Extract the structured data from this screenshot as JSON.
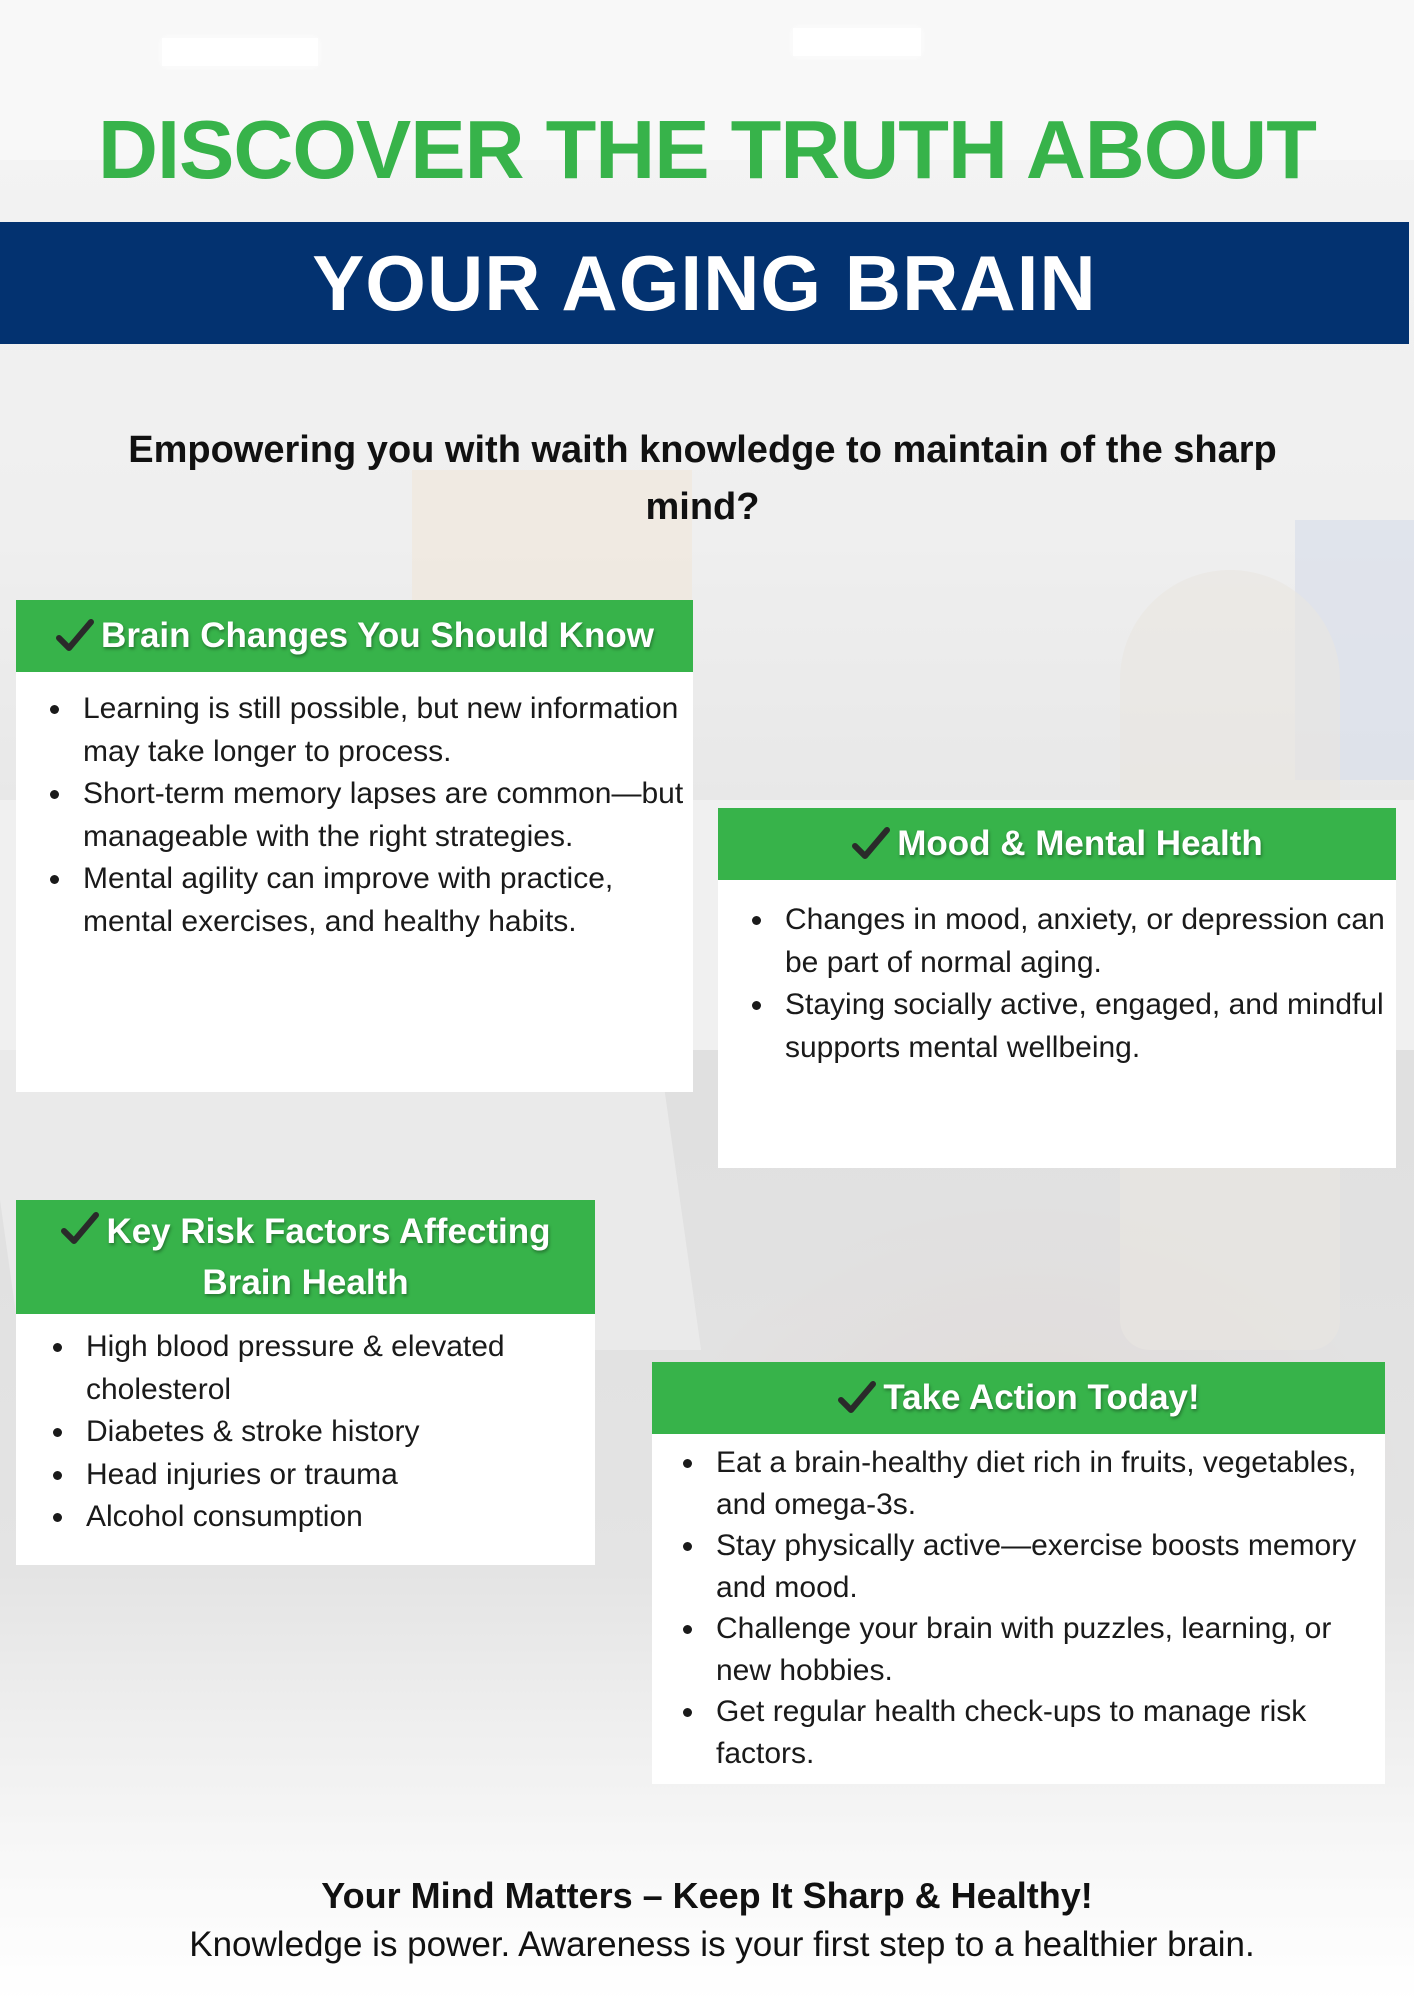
{
  "header": {
    "title_line1": "DISCOVER THE TRUTH ABOUT",
    "title_line2": "YOUR AGING BRAIN",
    "subtitle": "Empowering you with waith knowledge to maintain of the sharp mind?"
  },
  "sections": [
    {
      "heading": "Brain Changes You Should Know",
      "icon": "checkmark-icon",
      "items": [
        "Learning is still possible, but new information may take longer to process.",
        "Short-term memory lapses are common—but manageable with the right strategies.",
        "Mental agility can improve with practice, mental exercises, and healthy habits."
      ]
    },
    {
      "heading": "Mood & Mental Health",
      "icon": "checkmark-icon",
      "items": [
        "Changes in mood, anxiety, or depression can be part of normal aging.",
        "Staying socially active, engaged, and mindful supports mental wellbeing."
      ]
    },
    {
      "heading": "Key Risk Factors Affecting Brain Health",
      "icon": "checkmark-icon",
      "items": [
        "High blood pressure & elevated cholesterol",
        "Diabetes & stroke history",
        "Head injuries or trauma",
        "Alcohol consumption"
      ]
    },
    {
      "heading": "Take Action Today!",
      "icon": "checkmark-icon",
      "items": [
        "Eat a brain-healthy diet rich in fruits, vegetables, and omega-3s.",
        "Stay physically active—exercise boosts memory and mood.",
        "Challenge your brain with puzzles, learning, or new hobbies.",
        "Get regular health check-ups to manage risk factors."
      ]
    }
  ],
  "footer": {
    "title": "Your Mind Matters – Keep It Sharp & Healthy!",
    "text": "Knowledge is power. Awareness is your first step to a healthier brain."
  },
  "colors": {
    "accent_green": "#37b34a",
    "banner_navy": "#033270",
    "text": "#111111",
    "card_bg": "#ffffff"
  }
}
